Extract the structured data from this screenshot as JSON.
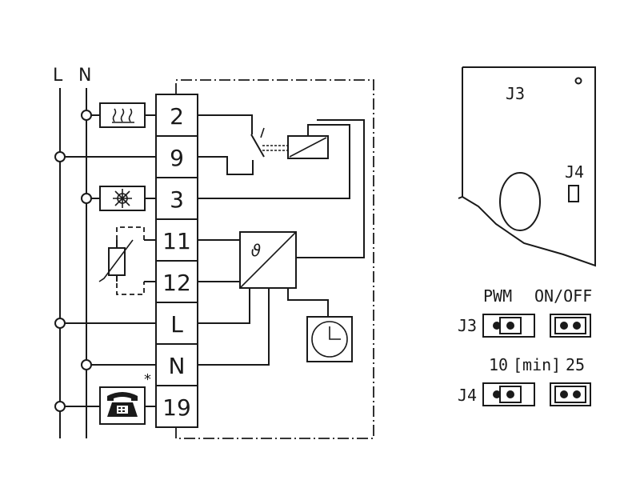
{
  "bus": {
    "live": "L",
    "neutral": "N"
  },
  "terminals": [
    "2",
    "9",
    "3",
    "11",
    "12",
    "L",
    "N",
    "19"
  ],
  "annotations": {
    "asterisk": "*",
    "theta": "ϑ"
  },
  "board": {
    "j3_tag": "J3",
    "j4_tag": "J4"
  },
  "jumpers": {
    "j3": {
      "label": "J3",
      "left": "PWM",
      "right": "ON/OFF"
    },
    "j4": {
      "label": "J4",
      "left": "10",
      "middle": "[min]",
      "right": "25"
    }
  },
  "icons": [
    "heat-icon",
    "cool-icon",
    "thermistor-icon",
    "telephone-icon",
    "clock-icon",
    "relay-icon",
    "controller-icon"
  ]
}
